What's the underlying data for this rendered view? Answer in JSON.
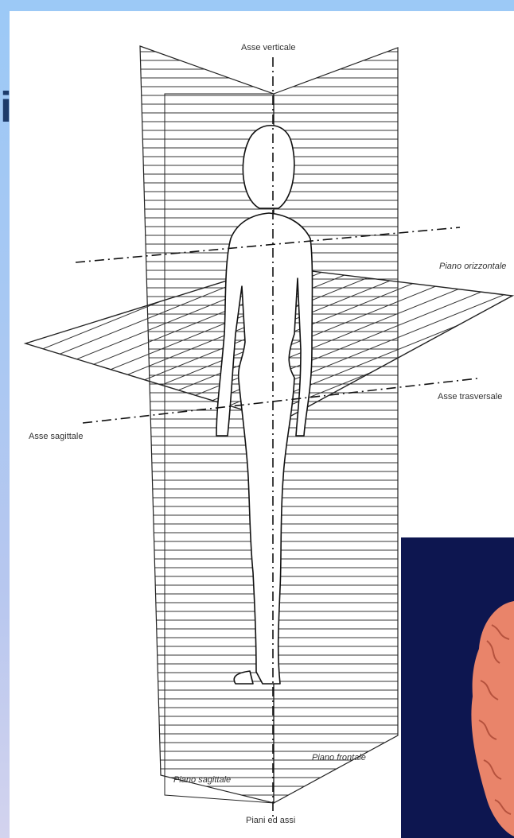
{
  "title_fragment": "i",
  "labels": {
    "vertical_axis": "Asse verticale",
    "horizontal_plane": "Piano orizzontale",
    "transverse_axis": "Asse trasversale",
    "sagittal_axis": "Asse sagittale",
    "frontal_plane": "Piano frontale",
    "sagittal_plane": "Piano sagittale",
    "caption": "Piani ed assi"
  },
  "colors": {
    "background_top": "#9cc9f6",
    "background_bottom": "#d3d3ee",
    "title": "#1d3b6a",
    "line": "#222222",
    "photo_background": "#0d1650",
    "brain": "#e9846a"
  },
  "photo": {
    "icon": "brain-icon"
  }
}
